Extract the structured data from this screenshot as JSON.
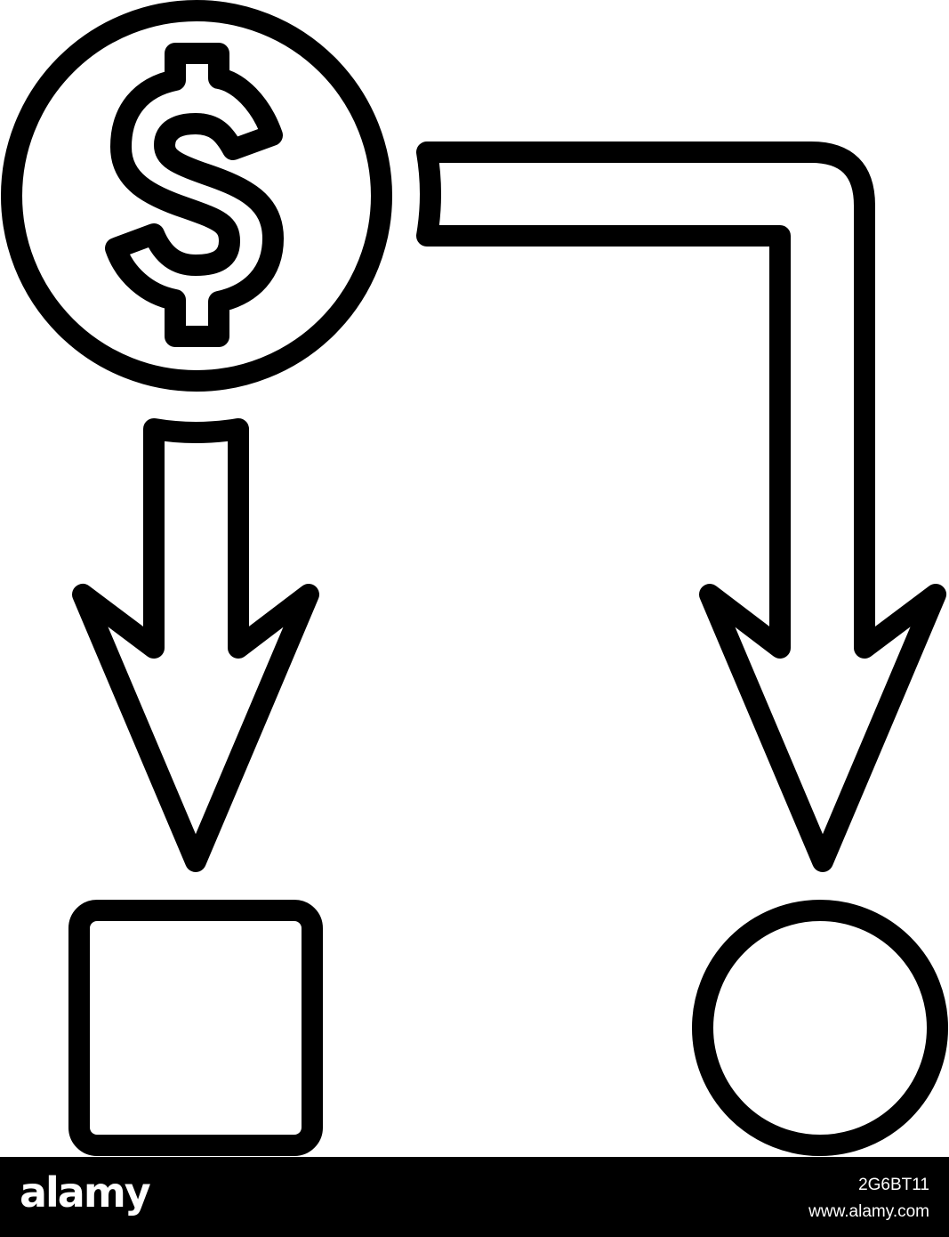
{
  "diagram": {
    "nodes": [
      {
        "id": "source",
        "shape": "circle",
        "icon": "dollar-icon",
        "label": "$"
      },
      {
        "id": "target-left",
        "shape": "square"
      },
      {
        "id": "target-right",
        "shape": "circle"
      }
    ],
    "edges": [
      {
        "from": "source",
        "to": "target-left",
        "style": "straight-down-arrow"
      },
      {
        "from": "source",
        "to": "target-right",
        "style": "elbow-arrow"
      }
    ],
    "colors": {
      "stroke": "#000000",
      "background": "#ffffff"
    }
  },
  "watermark": {
    "logo": "alamy",
    "image_id": "2G6BT11",
    "site": "www.alamy.com",
    "background": "#000000",
    "text_color": "#ffffff"
  }
}
